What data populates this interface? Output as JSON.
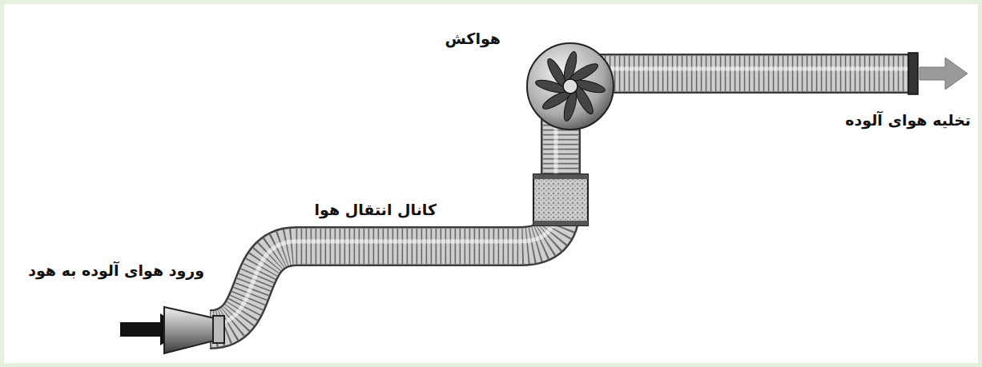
{
  "diagram": {
    "labels": [
      "هواکش",
      "تخلیه هوای آلوده",
      "کانال انتقال هوا",
      "ورود هوای آلوده به هود"
    ]
  }
}
